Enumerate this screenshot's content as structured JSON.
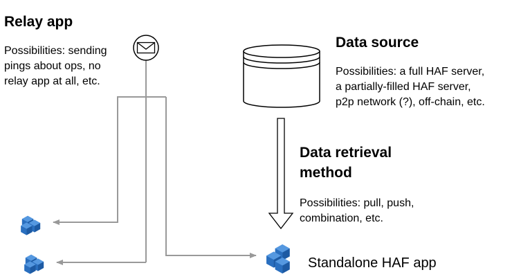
{
  "relay": {
    "title": "Relay app",
    "description_lines": [
      "Possibilities: sending",
      "pings about ops, no",
      "relay app at all, etc."
    ]
  },
  "data_source": {
    "title": "Data source",
    "description_lines": [
      "Possibilities: a full HAF server,",
      "a partially-filled HAF server,",
      "p2p network (?), off-chain, etc."
    ]
  },
  "retrieval": {
    "title_lines": [
      "Data retrieval",
      "method"
    ],
    "description_lines": [
      "Possibilities: pull, push,",
      "combination, etc."
    ]
  },
  "standalone": {
    "label": "Standalone HAF app"
  },
  "icons": {
    "relay": "envelope-icon",
    "data_source": "database-cylinder-icon",
    "apps": "cube-cluster-icon"
  },
  "colors": {
    "line": "#999999",
    "outline": "#000000",
    "cube_light": "#3f86d6",
    "cube_mid": "#2a6fbf",
    "cube_dark": "#1d5aa3"
  }
}
